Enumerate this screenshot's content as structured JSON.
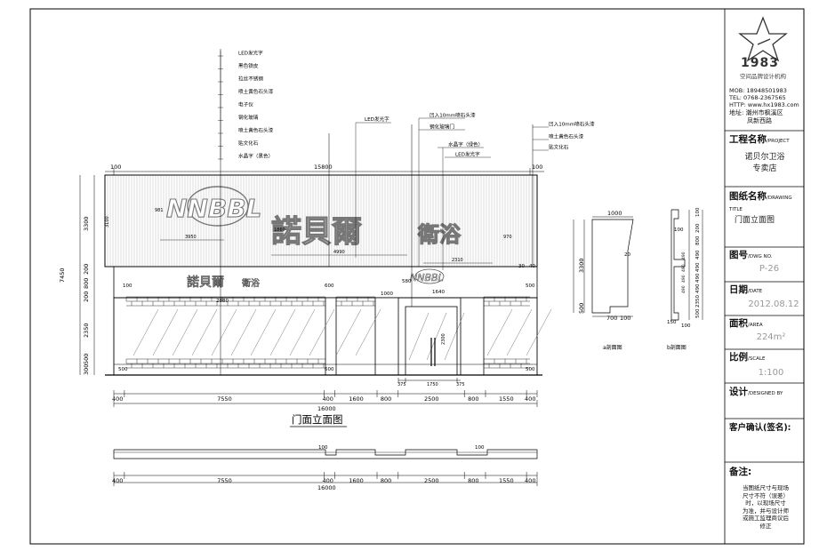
{
  "title_block": {
    "logo_text": "1983",
    "logo_sub": "空间品牌设计机构",
    "mob": "MOB: 18948501983",
    "tel": "TEL: 0768-2367565",
    "http": "HTTP: www.hx1983.com",
    "addr_line1": "地址: 潮州市枫溪区",
    "addr_line2": "凤新西路",
    "project_label": "工程名称",
    "project_label_en": "/PROJECT",
    "project_value_1": "诺贝尔卫浴",
    "project_value_2": "专卖店",
    "drawing_label": "图纸名称",
    "drawing_label_en": "/DRAWING TITLE",
    "drawing_value": "门面立面图",
    "number_label": "图号",
    "number_label_en": "/DWG NO.",
    "number_value": "P-26",
    "date_label": "日期",
    "date_label_en": "/DATE",
    "date_value": "2012.08.12",
    "area_label": "面积",
    "area_label_en": "/AREA",
    "area_value": "224m²",
    "scale_label": "比例",
    "scale_label_en": "/SCALE",
    "scale_value": "1:100",
    "design_label": "设计",
    "design_label_en": "/DESIGNED BY",
    "client_label": "客户确认(签名):",
    "notes_label": "备注:",
    "notes_text": [
      "当图纸尺寸与现场",
      "尺寸不符（误差）",
      "时，以现场尺寸",
      "为准，并与设计师",
      "或施工监理商议后",
      "修正"
    ]
  },
  "callouts_left": [
    "LED发光字",
    "黑色铁皮",
    "拉丝不锈钢",
    "喷土黄色石头漆",
    "电子仪",
    "钢化玻璃",
    "喷土黄色石头漆",
    "贴文化石",
    "水晶字（黑色）"
  ],
  "callouts_mid": [
    "LED发光字"
  ],
  "callouts_right_mid": [
    "凹入10mm喷石头漆",
    "钢化玻璃门",
    "水晶字（绿色）",
    "LED发光字"
  ],
  "callouts_right": [
    "凹入10mm喷石头漆",
    "喷土黄色石头漆",
    "贴文化石"
  ],
  "signage": {
    "brand_cn": "諾貝爾",
    "brand_cn2": "衛浴",
    "logo": "NNBBL"
  },
  "dims": {
    "top_width": "15800",
    "top_left": "100",
    "top_right": "100",
    "left_total": "7450",
    "left_parts": [
      "3300",
      "200",
      "800",
      "200",
      "2350",
      "500",
      "300"
    ],
    "sign_height": "3100",
    "sign_dims": [
      "3950",
      "4990",
      "2310",
      "970",
      "1860",
      "981"
    ],
    "bottom_parts": [
      "400",
      "7550",
      "400",
      "1600",
      "800",
      "2500",
      "800",
      "1550",
      "400"
    ],
    "bottom_total": "16000",
    "door_parts": [
      "375",
      "1750",
      "375"
    ],
    "misc": [
      "600",
      "1000",
      "1640",
      "500",
      "580",
      "600",
      "300",
      "2880",
      "2300",
      "500",
      "100",
      "100",
      "30",
      "40"
    ]
  },
  "main_caption": "门面立面图",
  "plan_caption_total": "16000",
  "plan_parts": [
    "400",
    "7550",
    "400",
    "1600",
    "800",
    "2500",
    "800",
    "1550",
    "400"
  ],
  "plan_marks": [
    "100",
    "100"
  ],
  "section_a": {
    "caption": "a剖面图",
    "top": "1000",
    "heights": [
      "3300",
      "500"
    ],
    "bottom": [
      "700",
      "100"
    ],
    "side": "20"
  },
  "section_b": {
    "caption": "b剖面图",
    "heights": [
      "100",
      "200",
      "800",
      "490",
      "490",
      "490",
      "490",
      "2350",
      "500"
    ],
    "bottom": [
      "150",
      "100"
    ],
    "side": "100"
  }
}
